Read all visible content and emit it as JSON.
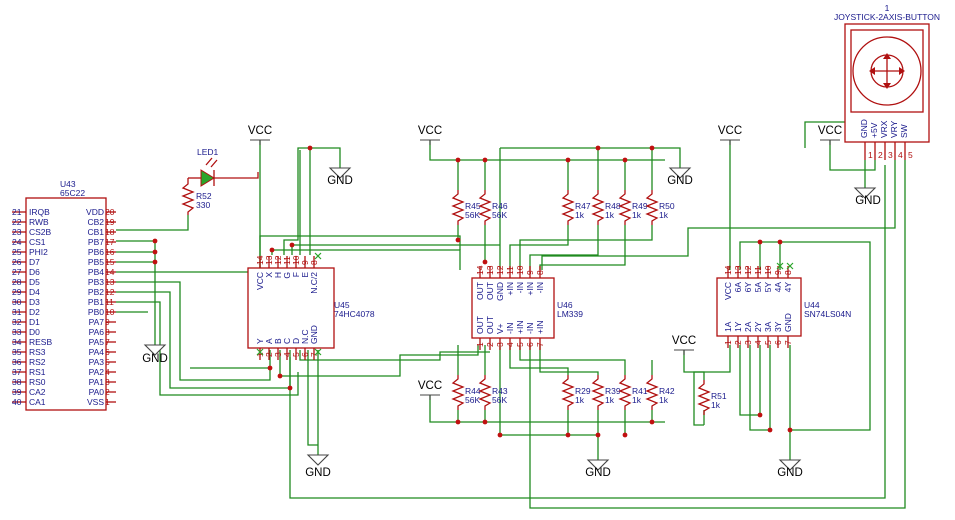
{
  "components": {
    "u43": {
      "ref": "U43",
      "value": "65C22",
      "left_pins": [
        {
          "num": "21",
          "name": "IRQB"
        },
        {
          "num": "22",
          "name": "RWB"
        },
        {
          "num": "23",
          "name": "CS2B"
        },
        {
          "num": "24",
          "name": "CS1"
        },
        {
          "num": "25",
          "name": "PHI2"
        },
        {
          "num": "26",
          "name": "D7"
        },
        {
          "num": "27",
          "name": "D6"
        },
        {
          "num": "28",
          "name": "D5"
        },
        {
          "num": "29",
          "name": "D4"
        },
        {
          "num": "30",
          "name": "D3"
        },
        {
          "num": "31",
          "name": "D2"
        },
        {
          "num": "32",
          "name": "D1"
        },
        {
          "num": "33",
          "name": "D0"
        },
        {
          "num": "34",
          "name": "RESB"
        },
        {
          "num": "35",
          "name": "RS3"
        },
        {
          "num": "36",
          "name": "RS2"
        },
        {
          "num": "37",
          "name": "RS1"
        },
        {
          "num": "38",
          "name": "RS0"
        },
        {
          "num": "39",
          "name": "CA2"
        },
        {
          "num": "40",
          "name": "CA1"
        }
      ],
      "right_pins": [
        {
          "num": "20",
          "name": "VDD"
        },
        {
          "num": "19",
          "name": "CB2"
        },
        {
          "num": "18",
          "name": "CB1"
        },
        {
          "num": "17",
          "name": "PB7"
        },
        {
          "num": "16",
          "name": "PB6"
        },
        {
          "num": "15",
          "name": "PB5"
        },
        {
          "num": "14",
          "name": "PB4"
        },
        {
          "num": "13",
          "name": "PB3"
        },
        {
          "num": "12",
          "name": "PB2"
        },
        {
          "num": "11",
          "name": "PB1"
        },
        {
          "num": "10",
          "name": "PB0"
        },
        {
          "num": "9",
          "name": "PA7"
        },
        {
          "num": "8",
          "name": "PA6"
        },
        {
          "num": "7",
          "name": "PA5"
        },
        {
          "num": "6",
          "name": "PA4"
        },
        {
          "num": "5",
          "name": "PA3"
        },
        {
          "num": "4",
          "name": "PA2"
        },
        {
          "num": "3",
          "name": "PA1"
        },
        {
          "num": "2",
          "name": "PA0"
        },
        {
          "num": "1",
          "name": "VSS"
        }
      ]
    },
    "u45": {
      "ref": "U45",
      "value": "74HC4078",
      "top_pins": [
        {
          "num": "14",
          "name": "VCC"
        },
        {
          "num": "13",
          "name": "X"
        },
        {
          "num": "12",
          "name": "H"
        },
        {
          "num": "11",
          "name": "G"
        },
        {
          "num": "10",
          "name": "F"
        },
        {
          "num": "9",
          "name": "E"
        },
        {
          "num": "8",
          "name": "N.C/2"
        }
      ],
      "bottom_pins": [
        {
          "num": "1",
          "name": "Y"
        },
        {
          "num": "2",
          "name": "A"
        },
        {
          "num": "3",
          "name": "B"
        },
        {
          "num": "4",
          "name": "C"
        },
        {
          "num": "5",
          "name": "D"
        },
        {
          "num": "6",
          "name": "N.C"
        },
        {
          "num": "7",
          "name": "GND"
        }
      ]
    },
    "u46": {
      "ref": "U46",
      "value": "LM339",
      "top_pins": [
        {
          "num": "14",
          "name": "OUT"
        },
        {
          "num": "13",
          "name": "OUT"
        },
        {
          "num": "12",
          "name": "GND"
        },
        {
          "num": "11",
          "name": "+IN"
        },
        {
          "num": "10",
          "name": "-IN"
        },
        {
          "num": "9",
          "name": "+IN"
        },
        {
          "num": "8",
          "name": "-IN"
        }
      ],
      "bottom_pins": [
        {
          "num": "1",
          "name": "OUT"
        },
        {
          "num": "2",
          "name": "OUT"
        },
        {
          "num": "3",
          "name": "V+"
        },
        {
          "num": "4",
          "name": "-IN"
        },
        {
          "num": "5",
          "name": "+IN"
        },
        {
          "num": "6",
          "name": "-IN"
        },
        {
          "num": "7",
          "name": "+IN"
        }
      ]
    },
    "u44": {
      "ref": "U44",
      "value": "SN74LS04N",
      "top_pins": [
        {
          "num": "14",
          "name": "VCC"
        },
        {
          "num": "13",
          "name": "6A"
        },
        {
          "num": "12",
          "name": "6Y"
        },
        {
          "num": "11",
          "name": "5A"
        },
        {
          "num": "10",
          "name": "5Y"
        },
        {
          "num": "9",
          "name": "4A"
        },
        {
          "num": "8",
          "name": "4Y"
        }
      ],
      "bottom_pins": [
        {
          "num": "1",
          "name": "1A"
        },
        {
          "num": "2",
          "name": "1Y"
        },
        {
          "num": "3",
          "name": "2A"
        },
        {
          "num": "4",
          "name": "2Y"
        },
        {
          "num": "5",
          "name": "3A"
        },
        {
          "num": "6",
          "name": "3Y"
        },
        {
          "num": "7",
          "name": "GND"
        }
      ]
    },
    "joystick": {
      "ref": "1",
      "value": "JOYSTICK-2AXIS-BUTTON",
      "pins": [
        {
          "num": "1",
          "name": "GND"
        },
        {
          "num": "2",
          "name": "+5V"
        },
        {
          "num": "3",
          "name": "VRX"
        },
        {
          "num": "4",
          "name": "VRY"
        },
        {
          "num": "5",
          "name": "SW"
        }
      ]
    },
    "led1": {
      "ref": "LED1"
    },
    "resistors": [
      {
        "ref": "R52",
        "value": "330"
      },
      {
        "ref": "R45",
        "value": "56K"
      },
      {
        "ref": "R46",
        "value": "56K"
      },
      {
        "ref": "R47",
        "value": "1k"
      },
      {
        "ref": "R48",
        "value": "1k"
      },
      {
        "ref": "R49",
        "value": "1k"
      },
      {
        "ref": "R50",
        "value": "1k"
      },
      {
        "ref": "R44",
        "value": "56K"
      },
      {
        "ref": "R43",
        "value": "56K"
      },
      {
        "ref": "R29",
        "value": "1k"
      },
      {
        "ref": "R39",
        "value": "1k"
      },
      {
        "ref": "R41",
        "value": "1k"
      },
      {
        "ref": "R42",
        "value": "1k"
      },
      {
        "ref": "R51",
        "value": "1k"
      }
    ]
  },
  "power": {
    "vcc": "VCC",
    "gnd": "GND"
  },
  "colors": {
    "wire": "#1f8a1f",
    "part": "#b01010",
    "text": "#1a1a8c",
    "junction": "#c01010"
  }
}
